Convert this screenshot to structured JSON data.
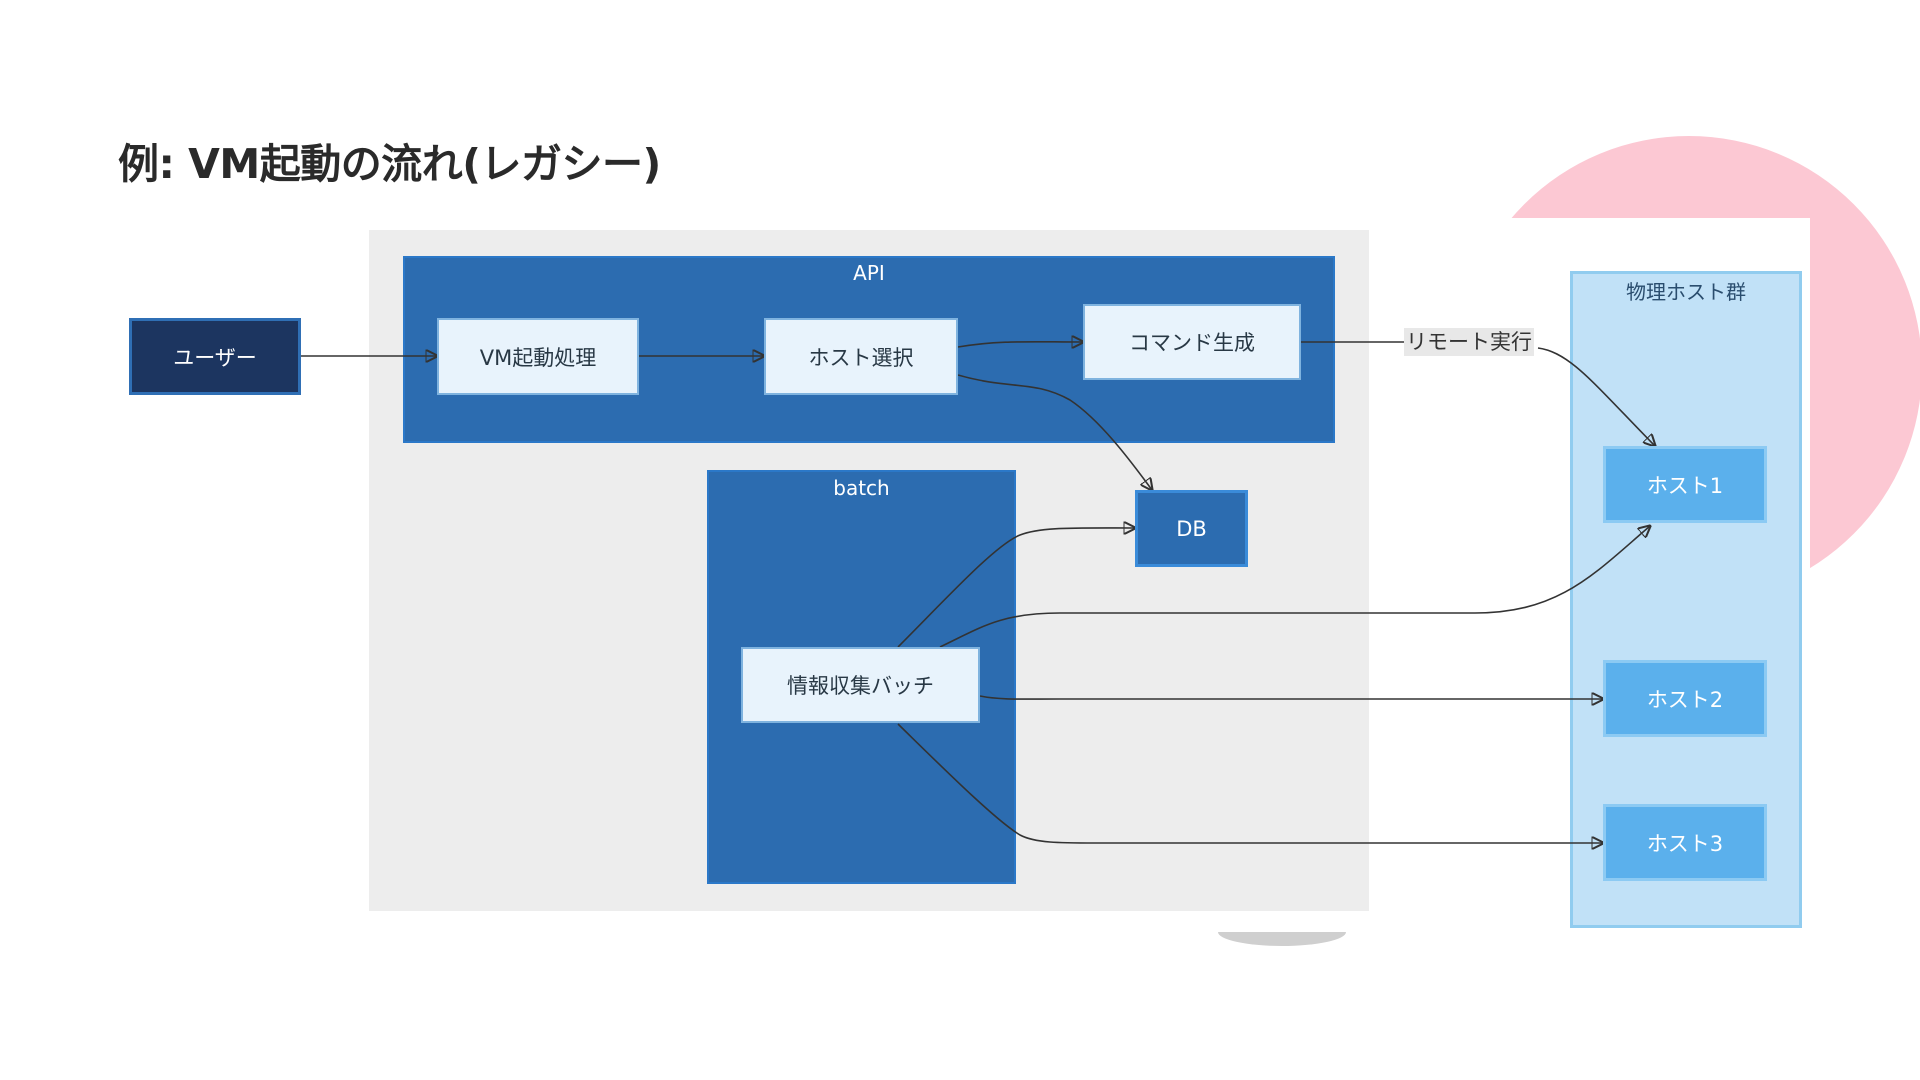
{
  "title": "例: VM起動の流れ(レガシー)",
  "groups": {
    "api": "API",
    "batch": "batch",
    "hosts": "物理ホスト群"
  },
  "nodes": {
    "user": "ユーザー",
    "vm_start": "VM起動処理",
    "host_select": "ホスト選択",
    "command_gen": "コマンド生成",
    "db": "DB",
    "info_batch": "情報収集バッチ",
    "host1": "ホスト1",
    "host2": "ホスト2",
    "host3": "ホスト3"
  },
  "edge_labels": {
    "remote_exec": "リモート実行"
  },
  "colors": {
    "api_group": "#2c6cb0",
    "hosts_group": "#c1e1f7",
    "user_node": "#1c3560",
    "host_node": "#5bb0ec",
    "decor_circle": "#fcc8d3"
  }
}
